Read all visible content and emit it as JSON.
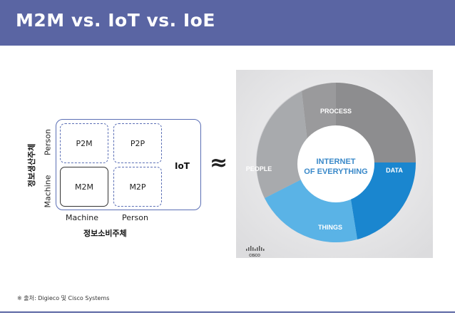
{
  "header": {
    "title": "M2M vs. IoT vs. IoE"
  },
  "matrix": {
    "cells": [
      "P2M",
      "P2P",
      "M2M",
      "M2P"
    ],
    "region_label": "IoT",
    "x_ticks": [
      "Machine",
      "Person"
    ],
    "x_title": "정보소비주체",
    "y_ticks": [
      "Person",
      "Machine"
    ],
    "y_title": "정보생산주체"
  },
  "relation_symbol": "≈",
  "ioe": {
    "center_line1": "INTERNET",
    "center_line2": "OF EVERYTHING",
    "segments": [
      "PROCESS",
      "DATA",
      "THINGS",
      "PEOPLE"
    ],
    "logo": "CISCO",
    "colors": {
      "process": "#8d8d8f",
      "data": "#1a86cf",
      "things": "#5ab3e6",
      "people": "#a8aaad"
    }
  },
  "footer": {
    "source": "※ 출처: Digieco 및 Cisco Systems"
  }
}
